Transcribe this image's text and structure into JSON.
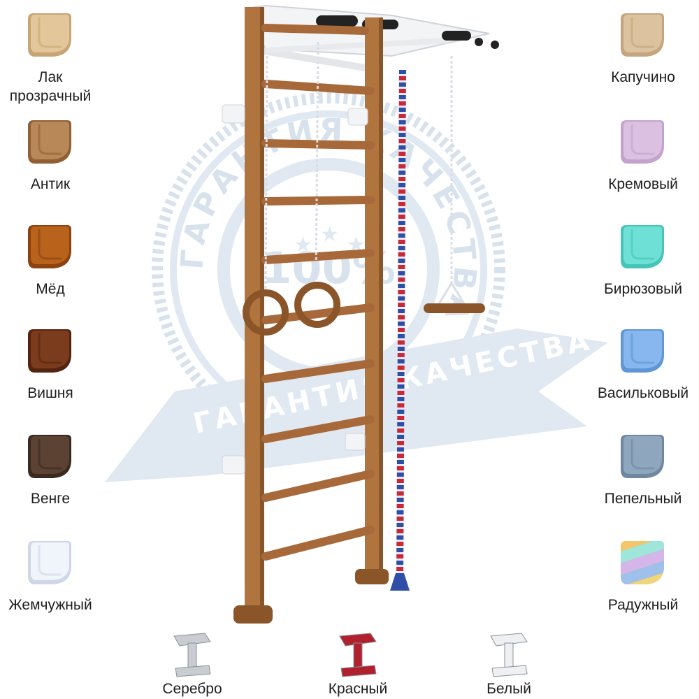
{
  "wood_finishes": [
    {
      "label": "Лак прозрачный",
      "color": "#e3c79a",
      "shade": "#c8a573"
    },
    {
      "label": "Антик",
      "color": "#b88858",
      "shade": "#8f6034"
    },
    {
      "label": "Мёд",
      "color": "#b8621c",
      "shade": "#8c4310"
    },
    {
      "label": "Вишня",
      "color": "#7a3c1c",
      "shade": "#552410"
    },
    {
      "label": "Венге",
      "color": "#5b4233",
      "shade": "#3a2a20"
    },
    {
      "label": "Жемчужный",
      "color": "#f0f4fb",
      "shade": "#cfd7e6"
    }
  ],
  "paint_finishes": [
    {
      "label": "Капучино",
      "color": "#dcc29e",
      "shade": "#c4a57e"
    },
    {
      "label": "Кремовый",
      "color": "#dcc0e2",
      "shade": "#c3a3cb"
    },
    {
      "label": "Бирюзовый",
      "color": "#6fe0d6",
      "shade": "#45c4b8"
    },
    {
      "label": "Васильковый",
      "color": "#87b7ee",
      "shade": "#5f96d6"
    },
    {
      "label": "Пепельный",
      "color": "#8fa7be",
      "shade": "#6f879f"
    },
    {
      "label": "Радужный",
      "colors": [
        "#f5c56a",
        "#9ee6da",
        "#d5b6ea",
        "#9fc0ea",
        "#f0d57a"
      ],
      "shade": "#d6a75c"
    }
  ],
  "bracket_colors": [
    {
      "label": "Серебро",
      "color": "#c9cdd2"
    },
    {
      "label": "Красный",
      "color": "#b0202d"
    },
    {
      "label": "Белый",
      "color": "#eef0f2"
    }
  ],
  "product": {
    "wood_color": "#b0743f",
    "wood_dark": "#8a5528",
    "metal_color": "#f3f4f6",
    "grip_color": "#222222",
    "rope_colors": [
      "#e8eaf0",
      "#2f4ea8",
      "#c8283a"
    ]
  },
  "watermark": {
    "ring_text": "ГАРАНТИЯ КАЧЕСТВА",
    "ribbon_text": "ГАРАНТИЯ КАЧЕСТВА",
    "center_text": "100%",
    "color": "#b9cbe0"
  }
}
